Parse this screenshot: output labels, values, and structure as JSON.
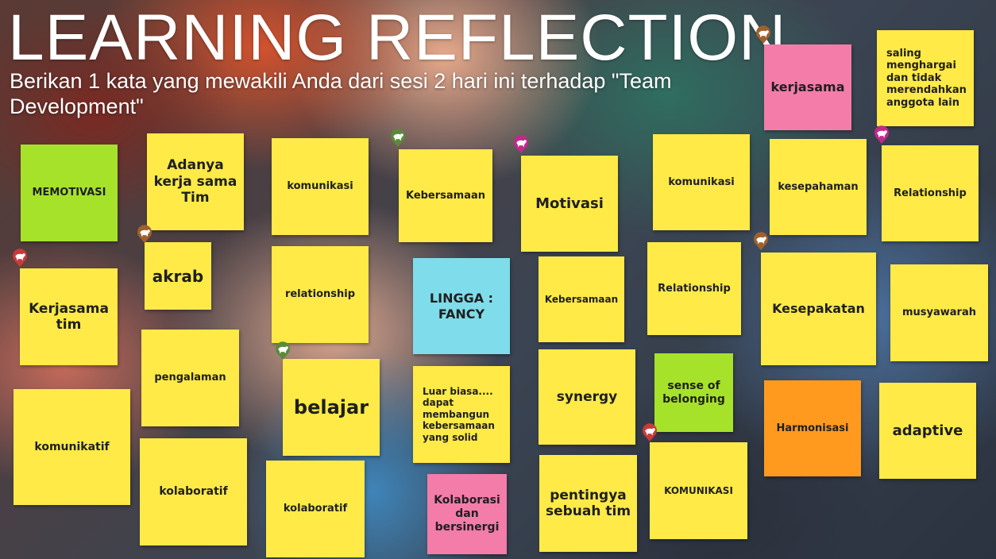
{
  "board": {
    "title": "LEARNING REFLECTION",
    "subtitle": "Berikan 1 kata yang mewakili Anda dari sesi 2 hari ini terhadap \"Team Development\""
  },
  "colors": {
    "yellow": "#ffea47",
    "green": "#a6e22a",
    "pink": "#f47ca8",
    "blue": "#7fdcea",
    "orange": "#ff9a1f",
    "pin_red": "#c83b3b",
    "pin_brown": "#a0612c",
    "pin_green": "#5a8a3a",
    "pin_magenta": "#c12a8a"
  },
  "notes": [
    {
      "text": "MEMOTIVASI",
      "color": "green"
    },
    {
      "text": "Adanya kerja sama Tim",
      "color": "yellow"
    },
    {
      "text": "komunikasi",
      "color": "yellow"
    },
    {
      "text": "Kebersamaan",
      "color": "yellow"
    },
    {
      "text": "Motivasi",
      "color": "yellow"
    },
    {
      "text": "komunikasi",
      "color": "yellow"
    },
    {
      "text": "kerjasama",
      "color": "pink"
    },
    {
      "text": "saling menghargai dan tidak merendahkan anggota lain",
      "color": "yellow"
    },
    {
      "text": "kesepahaman",
      "color": "yellow"
    },
    {
      "text": "Relationship",
      "color": "yellow"
    },
    {
      "text": "akrab",
      "color": "yellow"
    },
    {
      "text": "Kerjasama tim",
      "color": "yellow"
    },
    {
      "text": "relationship",
      "color": "yellow"
    },
    {
      "text": "LINGGA : FANCY",
      "color": "blue"
    },
    {
      "text": "Kebersamaan",
      "color": "yellow"
    },
    {
      "text": "Relationship",
      "color": "yellow"
    },
    {
      "text": "Kesepakatan",
      "color": "yellow"
    },
    {
      "text": "musyawarah",
      "color": "yellow"
    },
    {
      "text": "pengalaman",
      "color": "yellow"
    },
    {
      "text": "belajar",
      "color": "yellow"
    },
    {
      "text": "Luar biasa.... dapat membangun kebersamaan yang solid",
      "color": "yellow"
    },
    {
      "text": "synergy",
      "color": "yellow"
    },
    {
      "text": "sense of belonging",
      "color": "green"
    },
    {
      "text": "Harmonisasi",
      "color": "orange"
    },
    {
      "text": "adaptive",
      "color": "yellow"
    },
    {
      "text": "komunikatif",
      "color": "yellow"
    },
    {
      "text": "kolaboratif",
      "color": "yellow"
    },
    {
      "text": "kolaboratif",
      "color": "yellow"
    },
    {
      "text": "Kolaborasi dan bersinergi",
      "color": "pink"
    },
    {
      "text": "pentingya sebuah tim",
      "color": "yellow"
    },
    {
      "text": "KOMUNIKASI",
      "color": "yellow"
    }
  ],
  "pins": [
    {
      "icon": "animal-avatar-icon",
      "color": "pin_red"
    },
    {
      "icon": "animal-avatar-icon",
      "color": "pin_brown"
    },
    {
      "icon": "animal-avatar-icon",
      "color": "pin_green"
    },
    {
      "icon": "animal-avatar-icon",
      "color": "pin_magenta"
    },
    {
      "icon": "animal-avatar-icon",
      "color": "pin_brown"
    },
    {
      "icon": "animal-avatar-icon",
      "color": "pin_magenta"
    },
    {
      "icon": "animal-avatar-icon",
      "color": "pin_brown"
    },
    {
      "icon": "animal-avatar-icon",
      "color": "pin_green"
    },
    {
      "icon": "animal-avatar-icon",
      "color": "pin_red"
    }
  ]
}
